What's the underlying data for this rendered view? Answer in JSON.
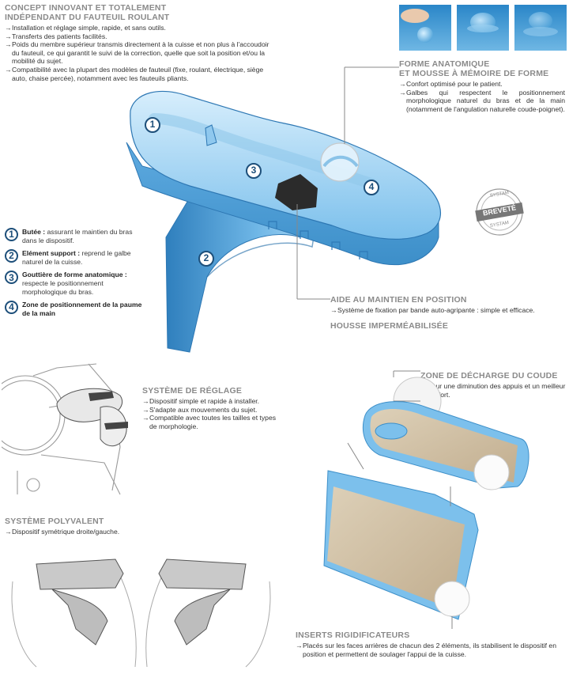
{
  "intro": {
    "title_1": "CONCEPT INNOVANT ET TOTALEMENT",
    "title_2": "INDÉPENDANT DU FAUTEUIL ROULANT",
    "items": [
      "Installation et réglage simple, rapide, et sans outils.",
      "Transferts des patients facilités.",
      "Poids du membre supérieur transmis directement à la cuisse et non plus à l'accoudoir du fauteuil, ce qui garantit le suivi de la correction, quelle que soit la position et/ou la mobilité du sujet.",
      "Compatibilité avec la plupart des modèles de fauteuil (fixe, roulant, électrique, siège auto, chaise percée), notamment avec les fauteuils pliants."
    ]
  },
  "forme": {
    "title_1": "FORME ANATOMIQUE",
    "title_2": "ET MOUSSE À MÉMOIRE DE FORME",
    "items": [
      "Confort optimisé pour le patient.",
      "Galbes qui respectent le positionnement morphologique naturel du bras et de la main (notamment de l'angulation naturelle coude-poignet)."
    ]
  },
  "stamp": {
    "top": "SYSTAM",
    "middle": "BREVETÉ",
    "bottom": "SYSTAM"
  },
  "legend": [
    {
      "n": "1",
      "bold": "Butée :",
      "text": "assurant le maintien du bras dans le dispositif."
    },
    {
      "n": "2",
      "bold": "Elément support :",
      "text": "reprend le galbe naturel de la cuisse."
    },
    {
      "n": "3",
      "bold": "Gouttière de forme anatomique :",
      "text": "respecte le positionnement morphologique du bras."
    },
    {
      "n": "4",
      "bold": "Zone de positionnement de la paume de la main",
      "text": ""
    }
  ],
  "aide": {
    "title": "AIDE AU MAINTIEN EN POSITION",
    "item": "Système de fixation par bande auto-agripante : simple et efficace.",
    "housse": "HOUSSE IMPERMÉABILISÉE"
  },
  "reglage": {
    "title": "SYSTÈME DE RÉGLAGE",
    "items": [
      "Dispositif simple et rapide à installer.",
      "S'adapte aux mouvements du sujet.",
      "Compatible avec toutes les tailles et types de morphologie."
    ]
  },
  "decharge": {
    "title": "ZONE DE DÉCHARGE DU COUDE",
    "item": "Pour une diminution des appuis et un meilleur confort."
  },
  "polyvalent": {
    "title": "SYSTÈME POLYVALENT",
    "item": "Dispositif symétrique droite/gauche."
  },
  "inserts": {
    "title": "INSERTS RIGIDIFICATEURS",
    "item": "Placés sur les faces arrières de chacun des 2 éléments, ils stabilisent le dispositif en position et permettent de soulager l'appui de la cuisse."
  },
  "colors": {
    "foam": "#7cc0ec",
    "foam_dark": "#3d8fc9",
    "navy": "#1d4f7a",
    "insert": "#cdbba0"
  },
  "arrow_glyph": "→"
}
